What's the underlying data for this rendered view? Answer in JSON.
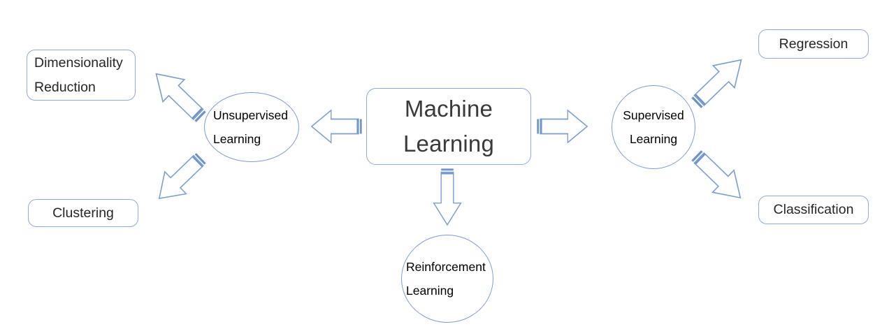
{
  "diagram": {
    "title": "Machine Learning taxonomy diagram",
    "colors": {
      "box_border": "#8FAADC",
      "circle_border": "#7B9FD4",
      "arrow_stroke": "#7B9FD4",
      "arrow_fill": "#FFFFFF",
      "arrow_tail": "#6E93C8",
      "hub_text": "#3A3A3A",
      "node_text": "#000000",
      "background": "#FFFFFF"
    },
    "hub": {
      "name": "machine-learning",
      "lines": [
        "Machine",
        "Learning"
      ],
      "shape": "rounded-rectangle"
    },
    "branches": [
      {
        "name": "unsupervised-learning",
        "lines": [
          "Unsupervised",
          "Learning"
        ],
        "shape": "circle"
      },
      {
        "name": "supervised-learning",
        "lines": [
          "Supervised",
          "Learning"
        ],
        "shape": "circle"
      },
      {
        "name": "reinforcement-learning",
        "lines": [
          "Reinforcement",
          "Learning"
        ],
        "shape": "circle"
      }
    ],
    "leaves": [
      {
        "name": "dimensionality-reduction",
        "lines": [
          "Dimensionality",
          "Reduction"
        ],
        "shape": "rounded-rectangle",
        "parent": "unsupervised-learning"
      },
      {
        "name": "clustering",
        "lines": [
          "Clustering"
        ],
        "shape": "rounded-rectangle",
        "parent": "unsupervised-learning"
      },
      {
        "name": "regression",
        "lines": [
          "Regression"
        ],
        "shape": "rounded-rectangle",
        "parent": "supervised-learning"
      },
      {
        "name": "classification",
        "lines": [
          "Classification"
        ],
        "shape": "rounded-rectangle",
        "parent": "supervised-learning"
      }
    ],
    "arrows": [
      {
        "name": "arrow-ml-to-unsupervised",
        "from": "machine-learning",
        "to": "unsupervised-learning",
        "direction": "left"
      },
      {
        "name": "arrow-ml-to-supervised",
        "from": "machine-learning",
        "to": "supervised-learning",
        "direction": "right"
      },
      {
        "name": "arrow-ml-to-reinforcement",
        "from": "machine-learning",
        "to": "reinforcement-learning",
        "direction": "down"
      },
      {
        "name": "arrow-unsupervised-to-dimensionality",
        "from": "unsupervised-learning",
        "to": "dimensionality-reduction",
        "direction": "up-left"
      },
      {
        "name": "arrow-unsupervised-to-clustering",
        "from": "unsupervised-learning",
        "to": "clustering",
        "direction": "down-left"
      },
      {
        "name": "arrow-supervised-to-regression",
        "from": "supervised-learning",
        "to": "regression",
        "direction": "up-right"
      },
      {
        "name": "arrow-supervised-to-classification",
        "from": "supervised-learning",
        "to": "classification",
        "direction": "down-right"
      }
    ]
  }
}
